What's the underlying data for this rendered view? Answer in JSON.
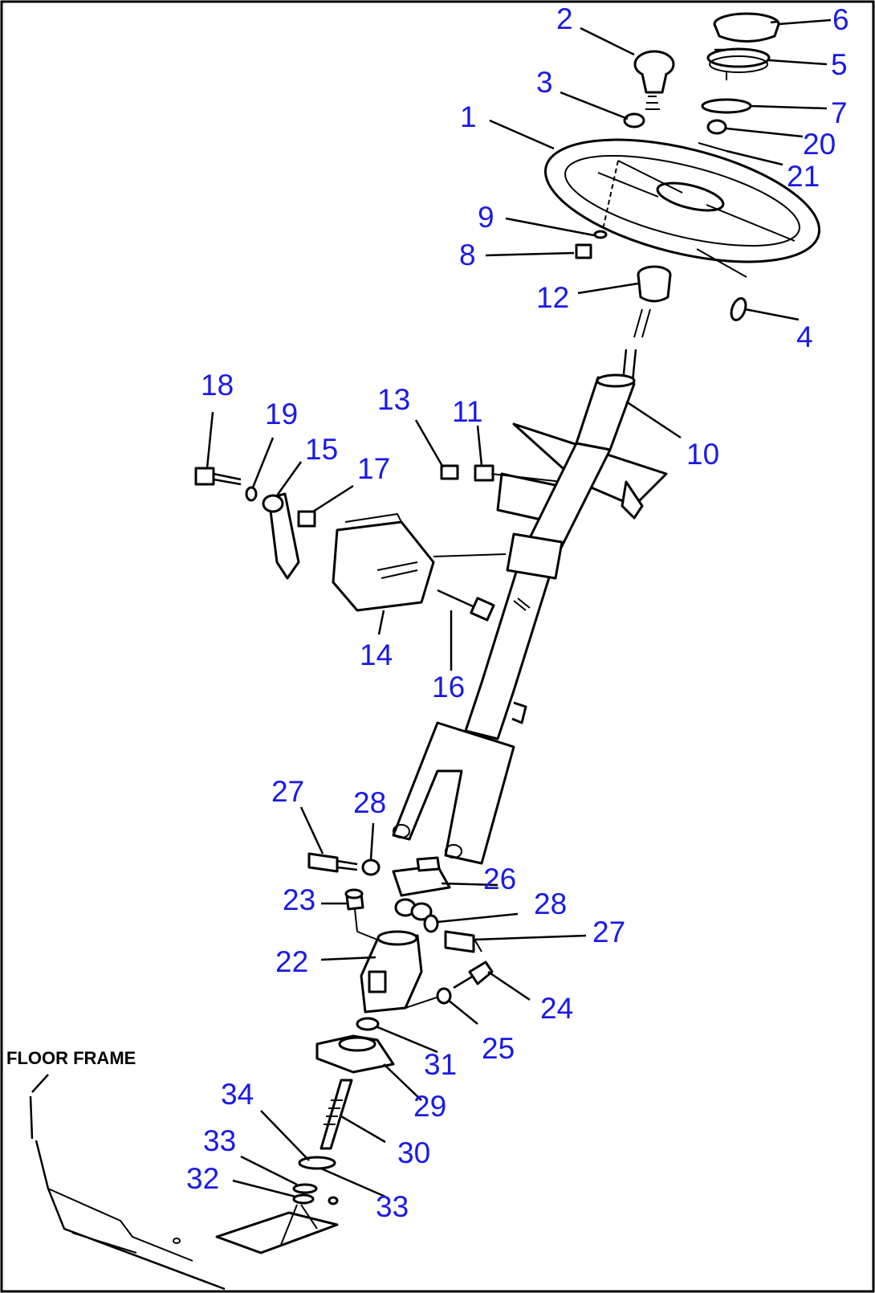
{
  "floor_label": "FLOOR FRAME",
  "callouts": [
    "1",
    "2",
    "3",
    "4",
    "5",
    "6",
    "7",
    "8",
    "9",
    "10",
    "11",
    "12",
    "13",
    "14",
    "15",
    "16",
    "17",
    "18",
    "19",
    "20",
    "21",
    "22",
    "23",
    "24",
    "25",
    "26",
    "27",
    "28",
    "29",
    "30",
    "31",
    "32",
    "33",
    "34"
  ],
  "labels": [
    {
      "text": "2"
    },
    {
      "text": "6"
    },
    {
      "text": "5"
    },
    {
      "text": "3"
    },
    {
      "text": "7"
    },
    {
      "text": "1"
    },
    {
      "text": "20"
    },
    {
      "text": "21"
    },
    {
      "text": "9"
    },
    {
      "text": "8"
    },
    {
      "text": "12"
    },
    {
      "text": "4"
    },
    {
      "text": "18"
    },
    {
      "text": "13"
    },
    {
      "text": "11"
    },
    {
      "text": "19"
    },
    {
      "text": "15"
    },
    {
      "text": "17"
    },
    {
      "text": "10"
    },
    {
      "text": "14"
    },
    {
      "text": "16"
    },
    {
      "text": "27"
    },
    {
      "text": "28"
    },
    {
      "text": "26"
    },
    {
      "text": "23"
    },
    {
      "text": "28"
    },
    {
      "text": "27"
    },
    {
      "text": "22"
    },
    {
      "text": "24"
    },
    {
      "text": "25"
    },
    {
      "text": "31"
    },
    {
      "text": "29"
    },
    {
      "text": "34"
    },
    {
      "text": "30"
    },
    {
      "text": "33"
    },
    {
      "text": "32"
    },
    {
      "text": "33"
    }
  ]
}
